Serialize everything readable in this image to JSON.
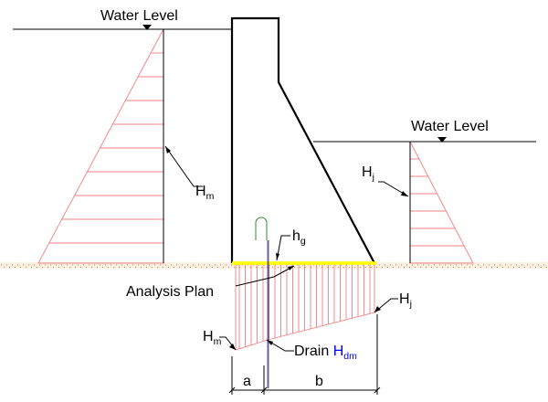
{
  "labels": {
    "water_level_left": "Water Level",
    "water_level_right": "Water Level",
    "hm_upstream": "H",
    "hm_upstream_sub": "m",
    "hj_downstream": "H",
    "hj_downstream_sub": "j",
    "hg": "h",
    "hg_sub": "g",
    "analysis_plan": "Analysis Plan",
    "hj_uplift": "H",
    "hj_uplift_sub": "j",
    "hm_uplift": "H",
    "hm_uplift_sub": "m",
    "drain": "Drain ",
    "drain_h": "H",
    "drain_h_sub": "dm",
    "dim_a": "a",
    "dim_b": "b"
  },
  "colors": {
    "line": "#000000",
    "pressure_hatch": "#f08080",
    "analysis_plan": "#ffff00",
    "drain_accent": "#0000ff",
    "ground": "#d9a066",
    "gallery": "#2e8b2e",
    "drain_line": "#6a5acd"
  }
}
